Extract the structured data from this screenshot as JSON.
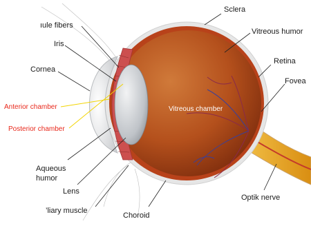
{
  "labels": {
    "zonule_fibers": "ıule fibers",
    "iris": "Iris",
    "cornea": "Cornea",
    "anterior_chamber": "Anterior chamber",
    "posterior_chamber": "Posterior chamber",
    "aqueous_humor_1": "Aqueous",
    "aqueous_humor_2": "humor",
    "lens": "Lens",
    "ciliary_muscle": "’liary muscle",
    "choroid": "Choroid",
    "sclera": "Sclera",
    "vitreous_humor": "Vitreous humor",
    "retina": "Retina",
    "fovea": "Fovea",
    "vitreous_chamber": "Vitreous chamber",
    "optic_nerve": "Optik nerve"
  },
  "colors": {
    "sclera": "#e6e6e6",
    "globe": "#b0481a",
    "lens": "#c9ccd0",
    "cornea": "#e9eaeb",
    "ciliary": "#d05252",
    "optic_nerve": "#e0a01c",
    "annotation_red": "#e8281b",
    "annotation_yellow": "#f2d400"
  }
}
